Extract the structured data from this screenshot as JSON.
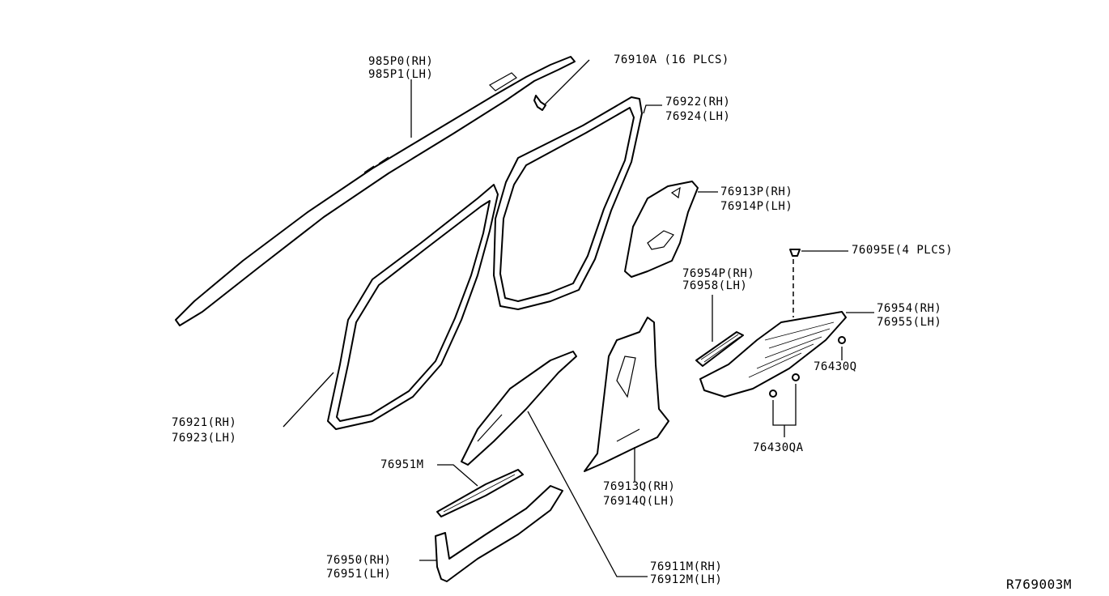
{
  "diagram": {
    "ref_code": "R769003M",
    "labels": {
      "roof_rail_rh": "985P0(RH)",
      "roof_rail_lh": "985P1(LH)",
      "clip": "76910A (16 PLCS)",
      "rear_weatherstrip_rh": "76922(RH)",
      "rear_weatherstrip_lh": "76924(LH)",
      "c_pillar_upper_rh": "76913P(RH)",
      "c_pillar_upper_lh": "76914P(LH)",
      "clip_4": "76095E(4 PLCS)",
      "rear_kick_rh": "76954P(RH)",
      "rear_kick_lh": "76958(LH)",
      "rear_plate_rh": "76954(RH)",
      "rear_plate_lh": "76955(LH)",
      "clip_q": "76430Q",
      "clip_qa": "76430QA",
      "front_weatherstrip_rh": "76921(RH)",
      "front_weatherstrip_lh": "76923(LH)",
      "front_kick": "76951M",
      "b_pillar_lower_rh": "76913Q(RH)",
      "b_pillar_lower_lh": "76914Q(LH)",
      "front_plate_rh": "76950(RH)",
      "front_plate_lh": "76951(LH)",
      "b_pillar_upper_rh": "76911M(RH)",
      "b_pillar_upper_lh": "76912M(LH)"
    }
  }
}
